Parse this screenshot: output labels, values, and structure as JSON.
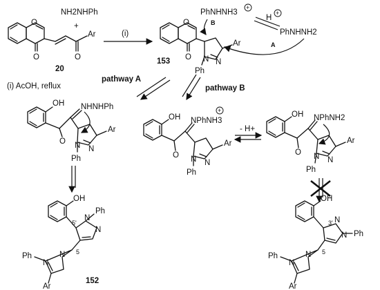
{
  "labels": {
    "reagent_top": "NH2NHPh",
    "plus": "+",
    "cond_i": "(i)",
    "cmpd_20": "20",
    "cmpd_153": "153",
    "cmpd_152": "152",
    "ph_nh_nh3": "PhNHNH3",
    "h_plus": "H",
    "ph_nh_nh2": "PhNHNH2",
    "b_label": "B",
    "a_label": "A",
    "pathway_a": "pathway A",
    "pathway_b": "pathway B",
    "acoh": "(i) AcOH, reflux",
    "minus_h": "- H+",
    "nhnhph": "NHNHPh",
    "nphnh3": "NPhNH3",
    "nphnh2": "NPhNH2",
    "oh": "OH",
    "o": "O",
    "n": "N",
    "ar": "Ar",
    "ph": "Ph",
    "num_5": "5",
    "num_5p": "5'",
    "num_3p": "3'"
  }
}
